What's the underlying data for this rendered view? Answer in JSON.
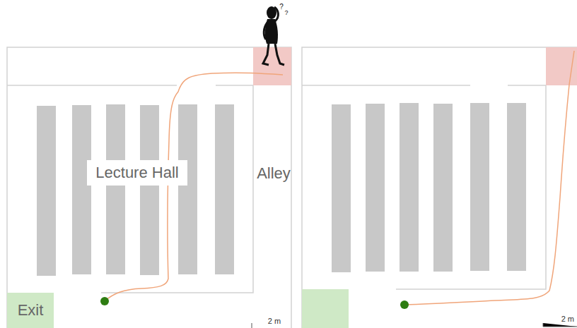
{
  "diagram": {
    "nodes": [
      {
        "text": [
          "Lecture Hall"
        ]
      },
      {
        "text": [
          "Exit"
        ]
      }
    ],
    "labels": [
      "Alley",
      "2 m",
      "2 m",
      "?",
      "?"
    ]
  }
}
